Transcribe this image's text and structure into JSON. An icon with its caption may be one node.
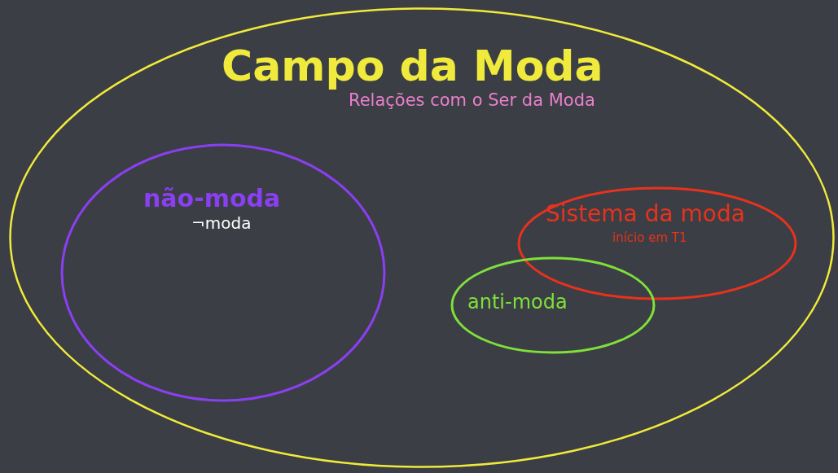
{
  "diagram": {
    "nodes": [
      {
        "text": [
          "Campo da Moda",
          "Relações com o Ser da Moda"
        ]
      },
      {
        "text": [
          "não-moda",
          "¬moda"
        ],
        "in": 0
      },
      {
        "text": [
          "Sistema da moda",
          "início em T1"
        ],
        "in": 0
      },
      {
        "text": [
          "anti-moda"
        ],
        "in": 0
      }
    ]
  }
}
